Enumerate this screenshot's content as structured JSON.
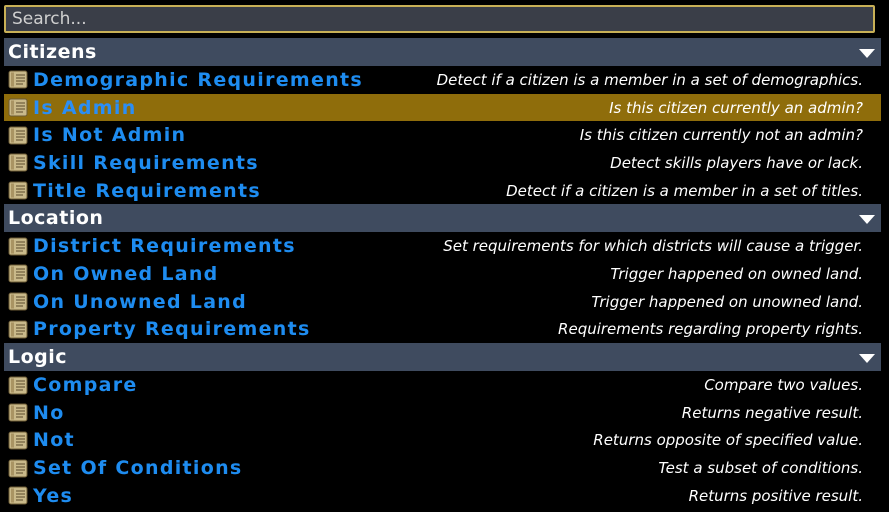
{
  "search": {
    "placeholder": "Search..."
  },
  "colors": {
    "section_header_bg": "#3f4b5f",
    "selected_bg": "#8f6d0b",
    "label_color": "#1e8cf0",
    "search_border": "#c8b056"
  },
  "sections": [
    {
      "title": "Citizens",
      "items": [
        {
          "label": "Demographic Requirements",
          "desc": "Detect if a citizen is a member in a set of demographics.",
          "icon": "scroll-icon"
        },
        {
          "label": "Is Admin",
          "desc": "Is this citizen currently an admin?",
          "icon": "scroll-icon",
          "selected": true
        },
        {
          "label": "Is Not Admin",
          "desc": "Is this citizen currently not an admin?",
          "icon": "scroll-icon"
        },
        {
          "label": "Skill Requirements",
          "desc": "Detect skills players have or lack.",
          "icon": "scroll-icon"
        },
        {
          "label": "Title Requirements",
          "desc": "Detect if a citizen is a member in a set of titles.",
          "icon": "scroll-icon"
        }
      ]
    },
    {
      "title": "Location",
      "items": [
        {
          "label": "District Requirements",
          "desc": "Set requirements for which districts will cause a trigger.",
          "icon": "scroll-icon"
        },
        {
          "label": "On Owned Land",
          "desc": "Trigger happened on owned land.",
          "icon": "scroll-icon"
        },
        {
          "label": "On Unowned Land",
          "desc": "Trigger happened on unowned land.",
          "icon": "scroll-icon"
        },
        {
          "label": "Property Requirements",
          "desc": "Requirements regarding property rights.",
          "icon": "scroll-icon"
        }
      ]
    },
    {
      "title": "Logic",
      "items": [
        {
          "label": "Compare",
          "desc": "Compare two values.",
          "icon": "scroll-icon"
        },
        {
          "label": "No",
          "desc": "Returns negative result.",
          "icon": "scroll-icon"
        },
        {
          "label": "Not",
          "desc": "Returns opposite of specified value.",
          "icon": "scroll-icon"
        },
        {
          "label": "Set Of Conditions",
          "desc": "Test a subset of conditions.",
          "icon": "scroll-icon"
        },
        {
          "label": "Yes",
          "desc": "Returns positive result.",
          "icon": "scroll-icon"
        }
      ]
    }
  ]
}
